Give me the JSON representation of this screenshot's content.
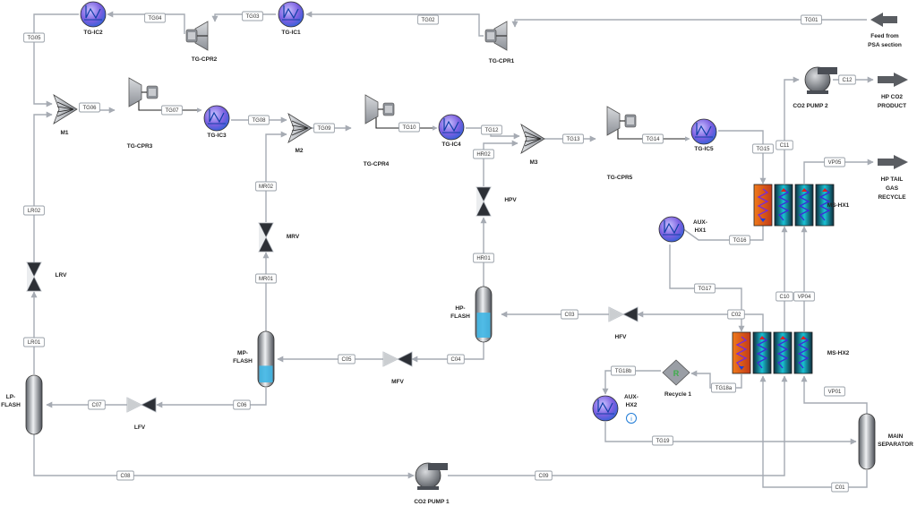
{
  "feed_label": [
    "Feed from",
    "PSA section"
  ],
  "products": {
    "hp_co2": [
      "HP CO2",
      "PRODUCT"
    ],
    "hp_tail_gas": [
      "HP TAIL",
      "GAS",
      "RECYCLE"
    ]
  },
  "units": {
    "tg_ic1": "TG-IC1",
    "tg_ic2": "TG-IC2",
    "tg_ic3": "TG-IC3",
    "tg_ic4": "TG-IC4",
    "tg_ic5": "TG-IC5",
    "tg_cpr1": "TG-CPR1",
    "tg_cpr2": "TG-CPR2",
    "tg_cpr3": "TG-CPR3",
    "tg_cpr4": "TG-CPR4",
    "tg_cpr5": "TG-CPR5",
    "m1": "M1",
    "m2": "M2",
    "m3": "M3",
    "hpv": "HPV",
    "mrv": "MRV",
    "lrv": "LRV",
    "hp_flash": [
      "HP-",
      "FLASH"
    ],
    "mp_flash": [
      "MP-",
      "FLASH"
    ],
    "lp_flash": [
      "LP-",
      "FLASH"
    ],
    "hfv": "HFV",
    "mfv": "MFV",
    "lfv": "LFV",
    "ms_hx1": "MS-HX1",
    "ms_hx2": "MS-HX2",
    "aux_hx1": [
      "AUX-",
      "HX1"
    ],
    "aux_hx2": [
      "AUX-",
      "HX2"
    ],
    "recycle1": "Recycle 1",
    "recycle_symbol": "R",
    "co2_pump1": "CO2 PUMP 1",
    "co2_pump2": "CO2 PUMP 2",
    "main_separator": [
      "MAIN",
      "SEPARATOR"
    ],
    "info_symbol": "i"
  },
  "streams": {
    "tg01": "TG01",
    "tg02": "TG02",
    "tg03": "TG03",
    "tg04": "TG04",
    "tg05": "TG05",
    "tg06": "TG06",
    "tg07": "TG07",
    "tg08": "TG08",
    "tg09": "TG09",
    "tg10": "TG10",
    "tg12": "TG12",
    "tg13": "TG13",
    "tg14": "TG14",
    "tg15": "TG15",
    "tg16": "TG16",
    "tg17": "TG17",
    "tg18a": "TG18a",
    "tg18b": "TG18b",
    "tg19": "TG19",
    "lr01": "LR01",
    "lr02": "LR02",
    "mr01": "MR01",
    "mr02": "MR02",
    "hr01": "HR01",
    "hr02": "HR02",
    "c01": "C01",
    "c02": "C02",
    "c03": "C03",
    "c04": "C04",
    "c05": "C05",
    "c06": "C06",
    "c07": "C07",
    "c08": "C08",
    "c09": "C09",
    "c10": "C10",
    "c11": "C11",
    "c12": "C12",
    "vp01": "VP01",
    "vp04": "VP04",
    "vp05": "VP05"
  },
  "colors": {
    "pipe": "#a6abb3",
    "hx_blue": "#1f7bd6",
    "hx_purple": "#8a3fd1",
    "exchanger_hot": "#e4571e",
    "exchanger_cold": "#16b8c9",
    "liquid": "#3fb6e6",
    "recycle_green": "#3cae49"
  }
}
